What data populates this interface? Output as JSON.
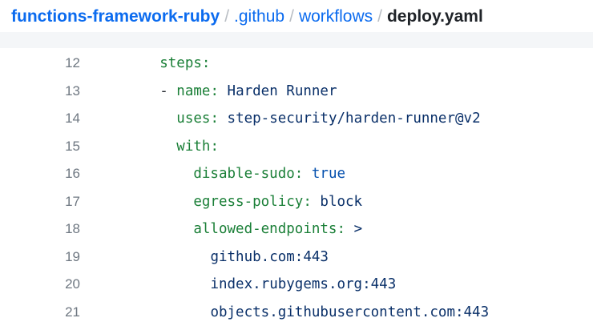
{
  "header": {
    "breadcrumb": {
      "repo": "functions-framework-ruby",
      "separator": "/",
      "dirs": [
        ".github",
        "workflows"
      ],
      "file": "deploy.yaml"
    }
  },
  "colors": {
    "link_blue": "#0b6bef",
    "filename_black": "#1f2328",
    "separator_grey": "#b9bec4",
    "line_number_grey": "#6e7781",
    "yaml_key_green": "#1a7f37",
    "yaml_string_navy": "#0a3069",
    "yaml_boolean_blue": "#0550ae",
    "band_grey": "#f4f6f8",
    "background_white": "#ffffff"
  },
  "code": {
    "language": "yaml",
    "first_line_number": 12,
    "last_line_number": 21,
    "lines": [
      {
        "number": "12",
        "indent": "      ",
        "tokens": [
          {
            "text": "steps",
            "type": "key"
          },
          {
            "text": ":",
            "type": "pun"
          }
        ],
        "plain": "      steps:"
      },
      {
        "number": "13",
        "indent": "      ",
        "tokens": [
          {
            "text": "- ",
            "type": "dash"
          },
          {
            "text": "name",
            "type": "key"
          },
          {
            "text": ": ",
            "type": "pun"
          },
          {
            "text": "Harden Runner",
            "type": "str"
          }
        ],
        "plain": "      - name: Harden Runner"
      },
      {
        "number": "14",
        "indent": "        ",
        "tokens": [
          {
            "text": "uses",
            "type": "key"
          },
          {
            "text": ": ",
            "type": "pun"
          },
          {
            "text": "step-security/harden-runner@v2",
            "type": "str"
          }
        ],
        "plain": "        uses: step-security/harden-runner@v2"
      },
      {
        "number": "15",
        "indent": "        ",
        "tokens": [
          {
            "text": "with",
            "type": "key"
          },
          {
            "text": ":",
            "type": "pun"
          }
        ],
        "plain": "        with:"
      },
      {
        "number": "16",
        "indent": "          ",
        "tokens": [
          {
            "text": "disable-sudo",
            "type": "key"
          },
          {
            "text": ": ",
            "type": "pun"
          },
          {
            "text": "true",
            "type": "bool"
          }
        ],
        "plain": "          disable-sudo: true"
      },
      {
        "number": "17",
        "indent": "          ",
        "tokens": [
          {
            "text": "egress-policy",
            "type": "key"
          },
          {
            "text": ": ",
            "type": "pun"
          },
          {
            "text": "block",
            "type": "str"
          }
        ],
        "plain": "          egress-policy: block"
      },
      {
        "number": "18",
        "indent": "          ",
        "tokens": [
          {
            "text": "allowed-endpoints",
            "type": "key"
          },
          {
            "text": ": ",
            "type": "pun"
          },
          {
            "text": ">",
            "type": "str"
          }
        ],
        "plain": "          allowed-endpoints: >"
      },
      {
        "number": "19",
        "indent": "            ",
        "tokens": [
          {
            "text": "github.com:443",
            "type": "str"
          }
        ],
        "plain": "            github.com:443"
      },
      {
        "number": "20",
        "indent": "            ",
        "tokens": [
          {
            "text": "index.rubygems.org:443",
            "type": "str"
          }
        ],
        "plain": "            index.rubygems.org:443"
      },
      {
        "number": "21",
        "indent": "            ",
        "tokens": [
          {
            "text": "objects.githubusercontent.com:443",
            "type": "str"
          }
        ],
        "plain": "            objects.githubusercontent.com:443"
      }
    ]
  }
}
